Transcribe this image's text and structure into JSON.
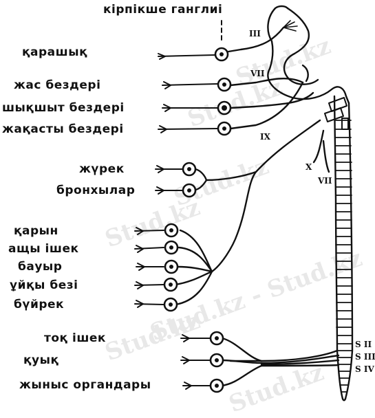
{
  "top_label": "кірпікше ганглиі",
  "organ_labels": [
    "қарашық",
    "жас бездері",
    "шықшыт бездері",
    "жақасты бездері",
    "жүрек",
    "бронхылар",
    "қарын",
    "ащы ішек",
    "бауыр",
    "ұйқы безі",
    "бүйрек",
    "тоқ ішек",
    "қуық",
    "жыныс органдары"
  ],
  "nerve_labels": {
    "III": "III",
    "VII_upper": "VII",
    "IX": "IX",
    "X": "X",
    "VII_lower": "VII",
    "S2": "S II",
    "S3": "S III",
    "S4": "S IV"
  },
  "watermarks": [
    "Stud.kz",
    "Stud.kz",
    "Stud.kz",
    "Stud.kz",
    "Stud.kz - Stud.kz",
    "Stud.kz",
    "Stud.kz"
  ],
  "colors": {
    "ink": "#111111",
    "watermark": "#e8e8e8",
    "background": "#ffffff"
  }
}
